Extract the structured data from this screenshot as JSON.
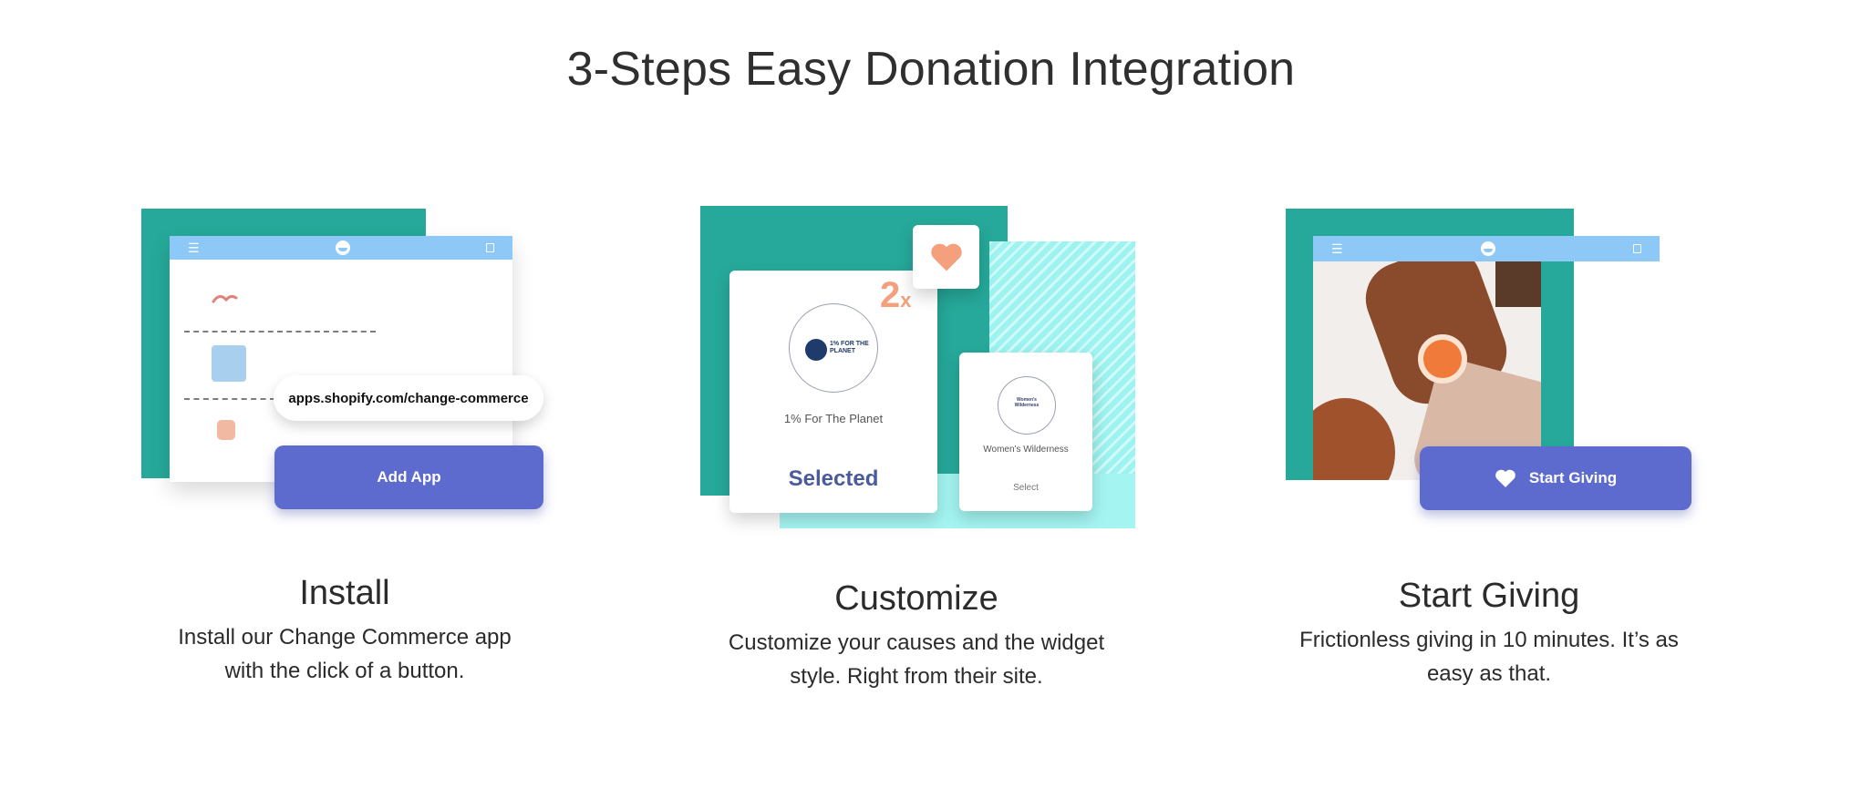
{
  "header": {
    "title": "3-Steps Easy Donation Integration"
  },
  "steps": [
    {
      "heading": "Install",
      "description": "Install our Change Commerce app with the click of a button.",
      "url_text": "apps.shopify.com/change-commerce",
      "button_label": "Add App"
    },
    {
      "heading": "Customize",
      "description": "Customize your causes and the widget style. Right from their site.",
      "multiplier_number": "2",
      "multiplier_suffix": "x",
      "cause_primary_logo_text": "1% FOR THE PLANET",
      "cause_primary_name": "1% For The Planet",
      "cause_primary_status": "Selected",
      "cause_secondary_logo_text": "Women's Wilderness",
      "cause_secondary_name": "Women's Wilderness",
      "cause_secondary_action": "Select"
    },
    {
      "heading": "Start Giving",
      "description": "Frictionless giving in 10 minutes. It’s as easy as that.",
      "button_label": "Start Giving"
    }
  ],
  "colors": {
    "teal": "#26a99a",
    "accent_button": "#5d6bcf",
    "browser_bar": "#8dc8f7",
    "heart": "#f4a07c",
    "cyan_panel": "#a4f5f2"
  },
  "icons": [
    "menu-icon",
    "store-logo-icon",
    "bag-icon",
    "heart-icon"
  ]
}
